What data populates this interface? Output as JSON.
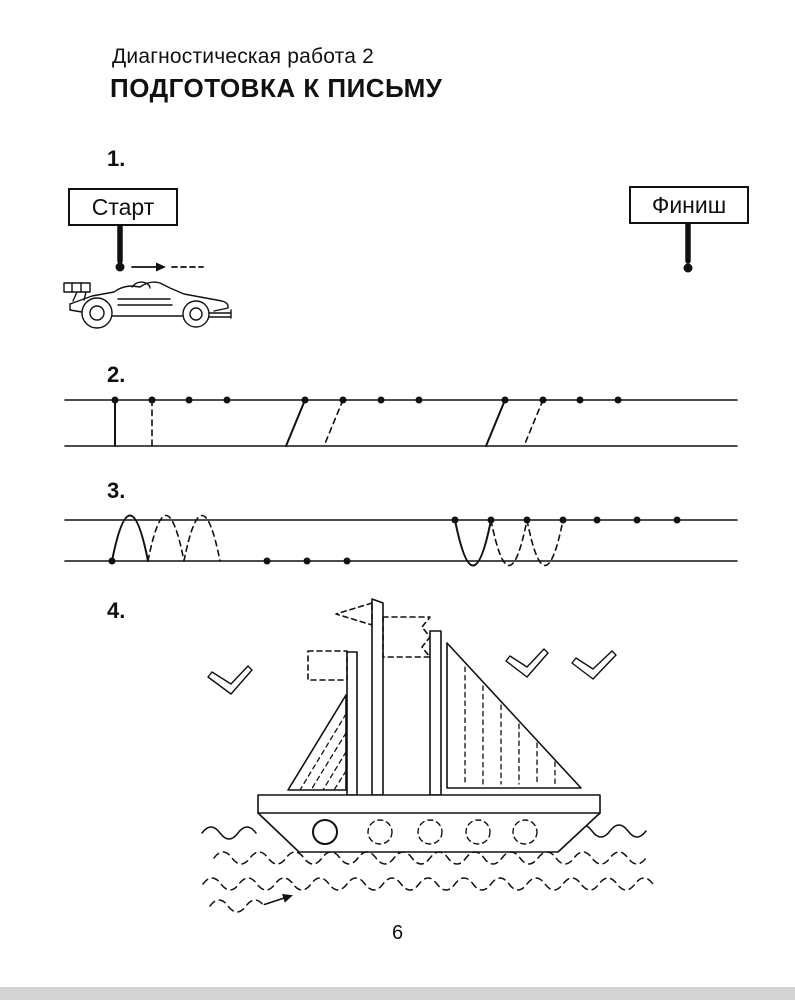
{
  "header": {
    "subtitle": "Диагностическая работа 2",
    "title": "ПОДГОТОВКА К ПИСЬМУ"
  },
  "exercises": {
    "ex1": {
      "number": "1.",
      "start_label": "Старт",
      "finish_label": "Финиш"
    },
    "ex2": {
      "number": "2."
    },
    "ex3": {
      "number": "3."
    },
    "ex4": {
      "number": "4."
    }
  },
  "footer": {
    "page_number": "6"
  },
  "colors": {
    "ink": "#111111",
    "page_edge": "#d4d4d4"
  }
}
